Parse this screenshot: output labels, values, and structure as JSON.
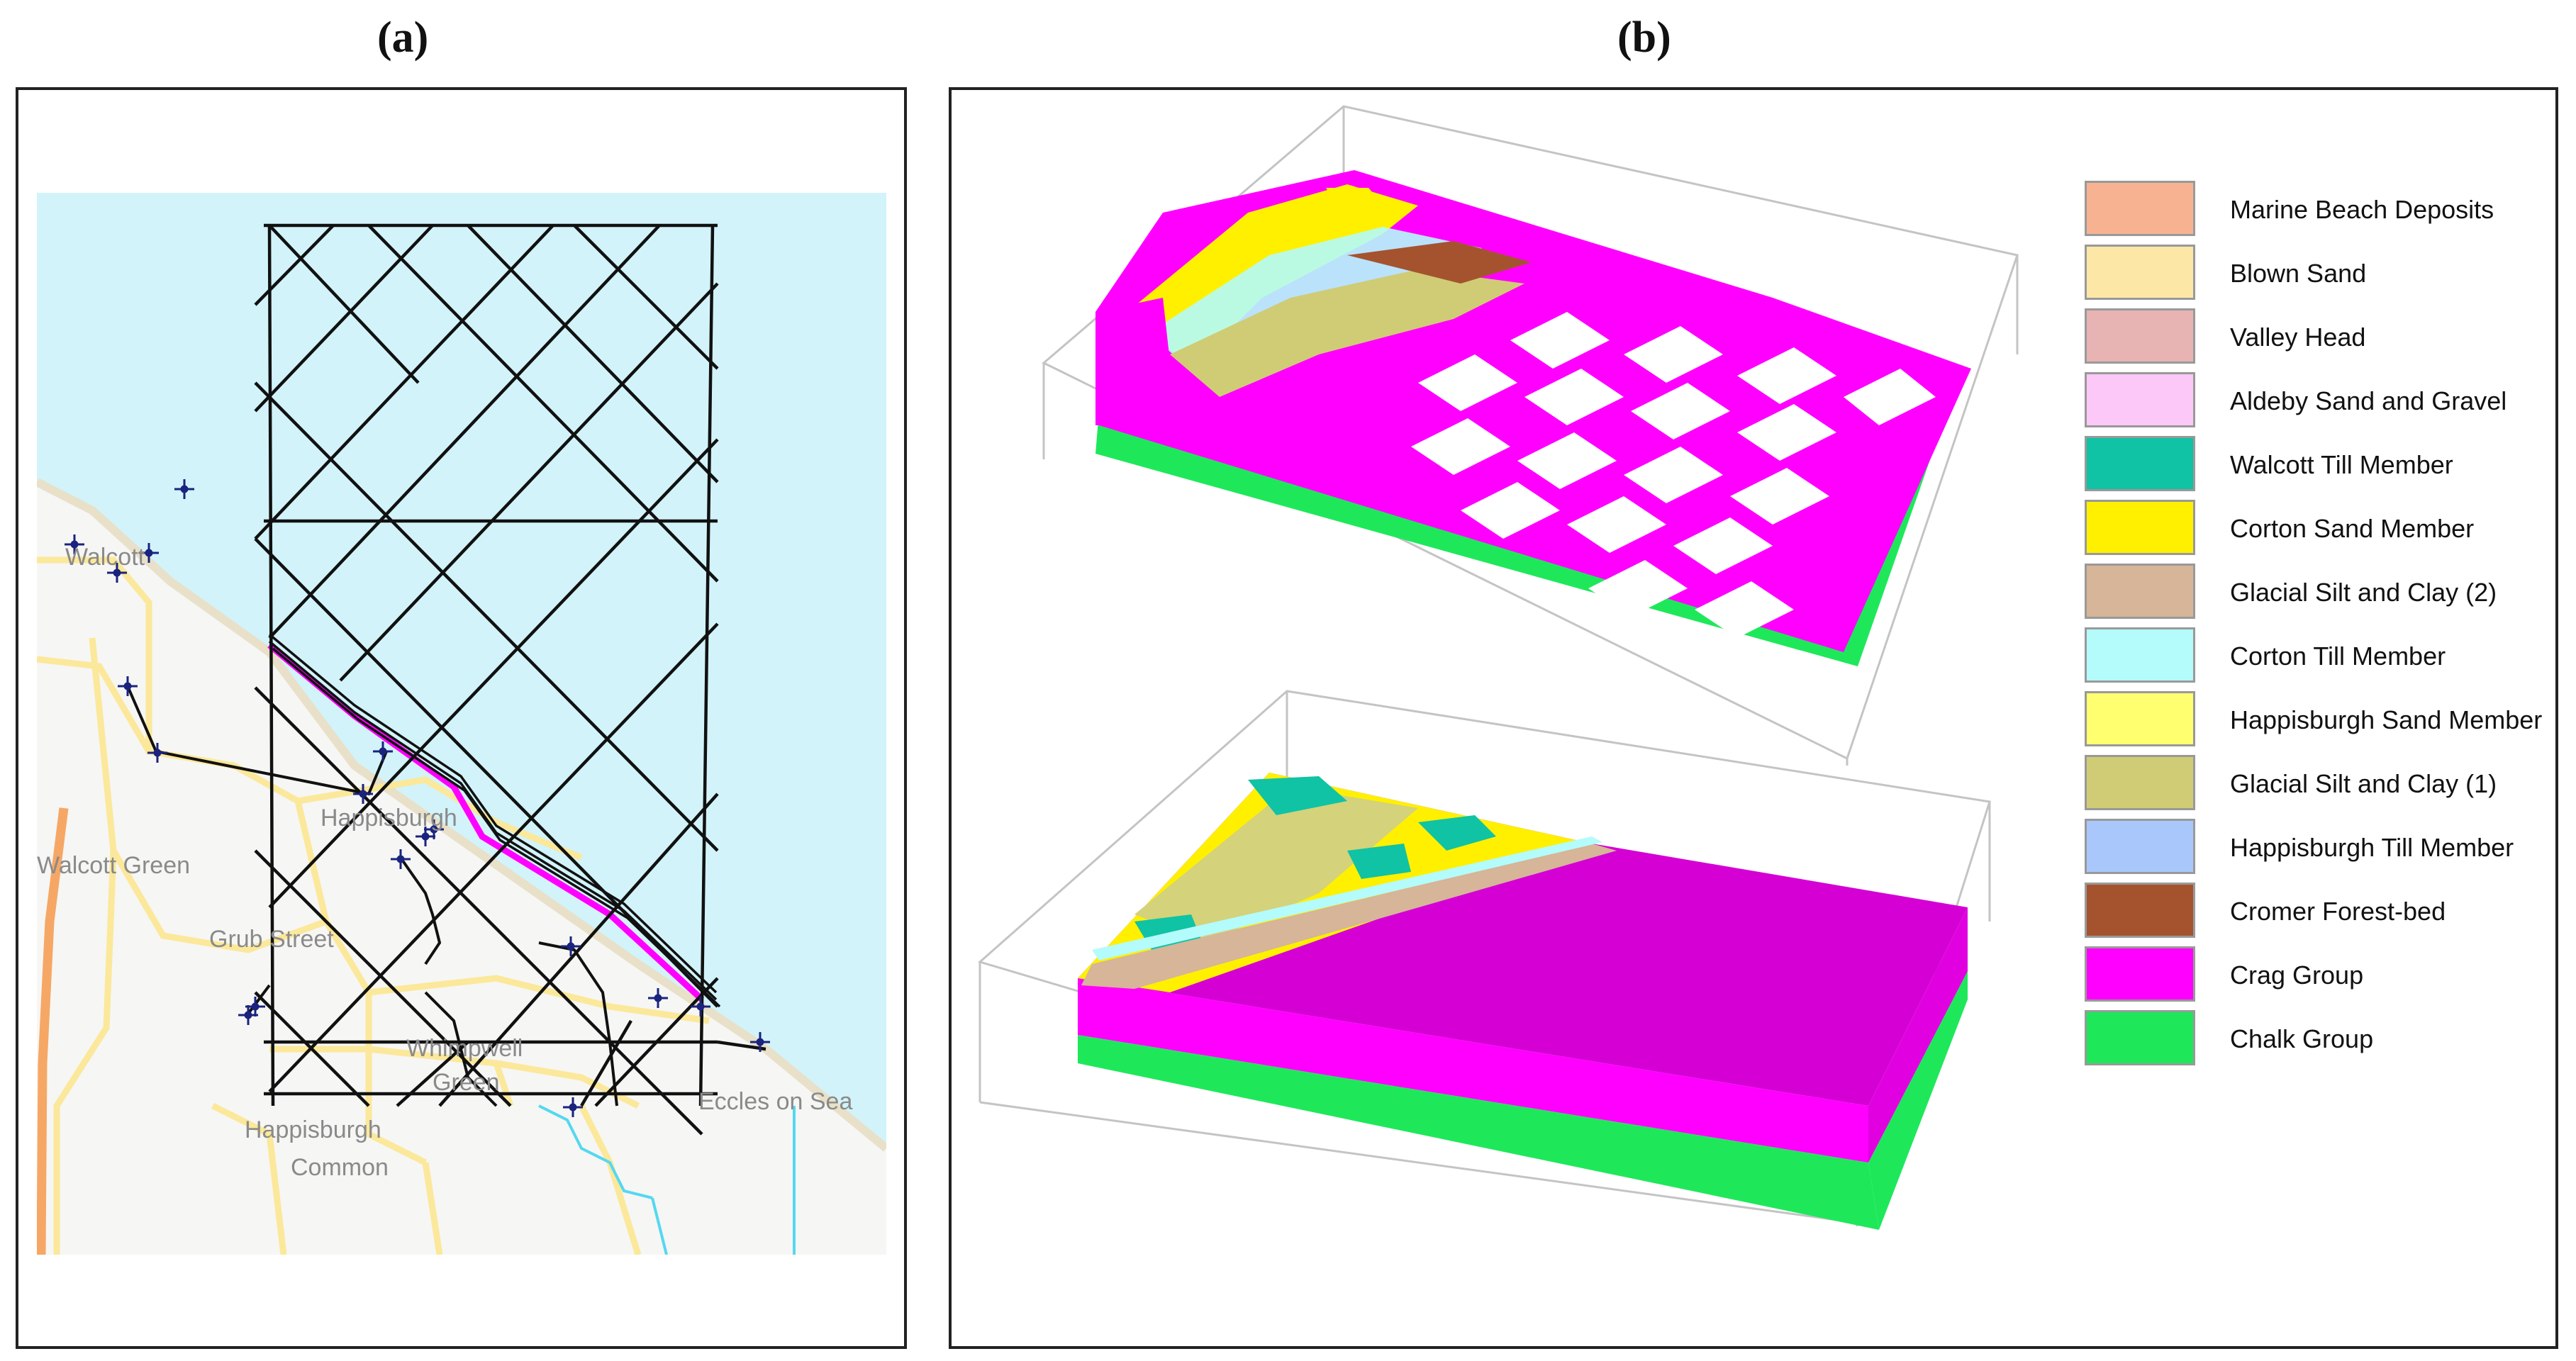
{
  "panels": {
    "a": {
      "label": "(a)"
    },
    "b": {
      "label": "(b)"
    }
  },
  "map": {
    "place_names": [
      "Walcott",
      "Walcott Green",
      "Happisburgh",
      "Grub Street",
      "Whimpwell",
      "Green",
      "Happisburgh",
      "Common",
      "Eccles on Sea"
    ],
    "colors": {
      "sea": "#d2f3f9",
      "land": "#f6f6f4",
      "road_major": "#f6a765",
      "road_minor": "#fbe89a",
      "survey_lines": "#111111",
      "boreholes": "#1a237e",
      "coastline_highlight": "#ff00ff"
    }
  },
  "legend": {
    "items": [
      {
        "label": "Marine Beach Deposits",
        "color": "#f7b391"
      },
      {
        "label": "Blown Sand",
        "color": "#fde7a7"
      },
      {
        "label": "Valley Head",
        "color": "#e8b3b3"
      },
      {
        "label": "Aldeby Sand and Gravel",
        "color": "#fcc8f8"
      },
      {
        "label": "Walcott Till Member",
        "color": "#0fc3a4"
      },
      {
        "label": "Corton Sand Member",
        "color": "#fff000"
      },
      {
        "label": "Glacial Silt and Clay (2)",
        "color": "#d6b598"
      },
      {
        "label": "Corton Till Member",
        "color": "#b4fbfb"
      },
      {
        "label": "Happisburgh Sand Member",
        "color": "#ffff70"
      },
      {
        "label": "Glacial Silt and Clay (1)",
        "color": "#cfcc75"
      },
      {
        "label": "Happisburgh Till Member",
        "color": "#a9c7fb"
      },
      {
        "label": "Cromer Forest-bed",
        "color": "#a5532f"
      },
      {
        "label": "Crag Group",
        "color": "#ff00ff"
      },
      {
        "label": "Chalk Group",
        "color": "#1ee85a"
      }
    ]
  },
  "model_colors": {
    "crag": "#ff00ff",
    "crag_dark": "#d400d4",
    "chalk": "#1ee85a",
    "box": "#bcbcbc"
  }
}
